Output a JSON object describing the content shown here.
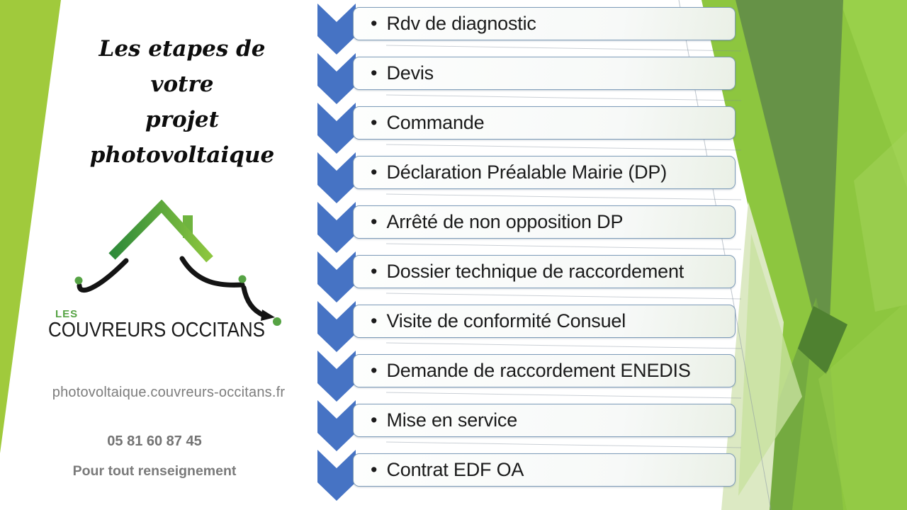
{
  "slide": {
    "title_line1": "Les etapes de votre",
    "title_line2": "projet photovoltaique",
    "logo": {
      "les": "LES",
      "name": "COUVREURS OCCITANS"
    },
    "website": "photovoltaique.couvreurs-occitans.fr",
    "phone": "05 81 60 87 45",
    "phone_note": "Pour tout renseignement",
    "bullet": "•",
    "steps": [
      "Rdv de diagnostic",
      "Devis",
      "Commande",
      "Déclaration Préalable Mairie (DP)",
      "Arrêté de non opposition DP",
      "Dossier technique de raccordement",
      "Visite de conformité Consuel",
      "Demande de raccordement ENEDIS",
      "Mise en service",
      "Contrat EDF OA"
    ],
    "colors": {
      "chevron_blue": "#4673c4",
      "box_border": "#7e9cb9",
      "left_band_green": "#a0ca3c",
      "bright_green": "#8dc63f",
      "olive_green": "#659147",
      "pale_green": "#dce9c3",
      "logo_green": "#56a344",
      "gray_text": "#7a7a7a"
    }
  }
}
